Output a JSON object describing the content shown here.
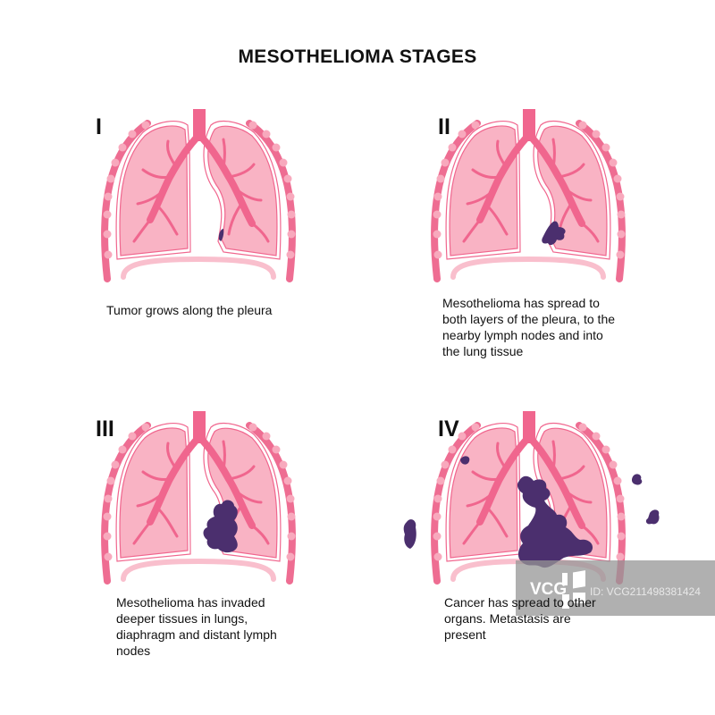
{
  "title": "MESOTHELIOMA STAGES",
  "stages": [
    {
      "numeral": "I",
      "caption": "Tumor grows along the pleura"
    },
    {
      "numeral": "II",
      "caption": "Mesothelioma has spread to both layers of the pleura, to the nearby lymph nodes and into the lung tissue"
    },
    {
      "numeral": "III",
      "caption": "Mesothelioma has invaded deeper tissues in lungs, diaphragm and distant lymph nodes"
    },
    {
      "numeral": "IV",
      "caption": "Cancer has spread to other organs. Metastasis are present"
    }
  ],
  "watermark": {
    "logo": "VCG",
    "id": "ID: VCG211498381424"
  },
  "colors": {
    "lung": "#f9b3c4",
    "airway": "#f0668e",
    "rib": "#ee6d92",
    "rib_joint": "#f8a9bd",
    "diaphragm": "#f9bfcd",
    "tumor": "#4b2f6e"
  }
}
